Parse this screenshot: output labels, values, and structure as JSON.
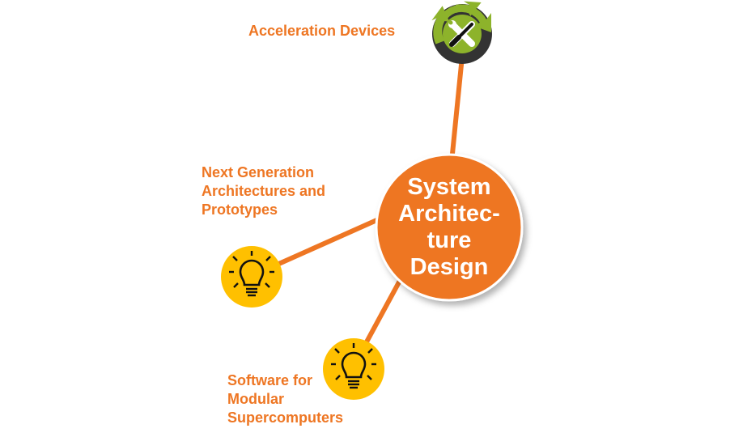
{
  "center": {
    "lines": [
      "System",
      "Architec-",
      "ture",
      "Design"
    ]
  },
  "nodes": [
    {
      "label": "Acceleration Devices",
      "icon": "tools-cycle-icon"
    },
    {
      "label_lines": [
        "Next Generation",
        "Architectures and",
        "Prototypes"
      ],
      "icon": "lightbulb-icon"
    },
    {
      "label_lines": [
        "Software for",
        "Modular",
        "Supercomputers"
      ],
      "icon": "lightbulb-icon"
    }
  ],
  "colors": {
    "orange": "#EE7623",
    "yellow": "#FFC000",
    "green": "#8DB32B",
    "dark": "#333333"
  }
}
